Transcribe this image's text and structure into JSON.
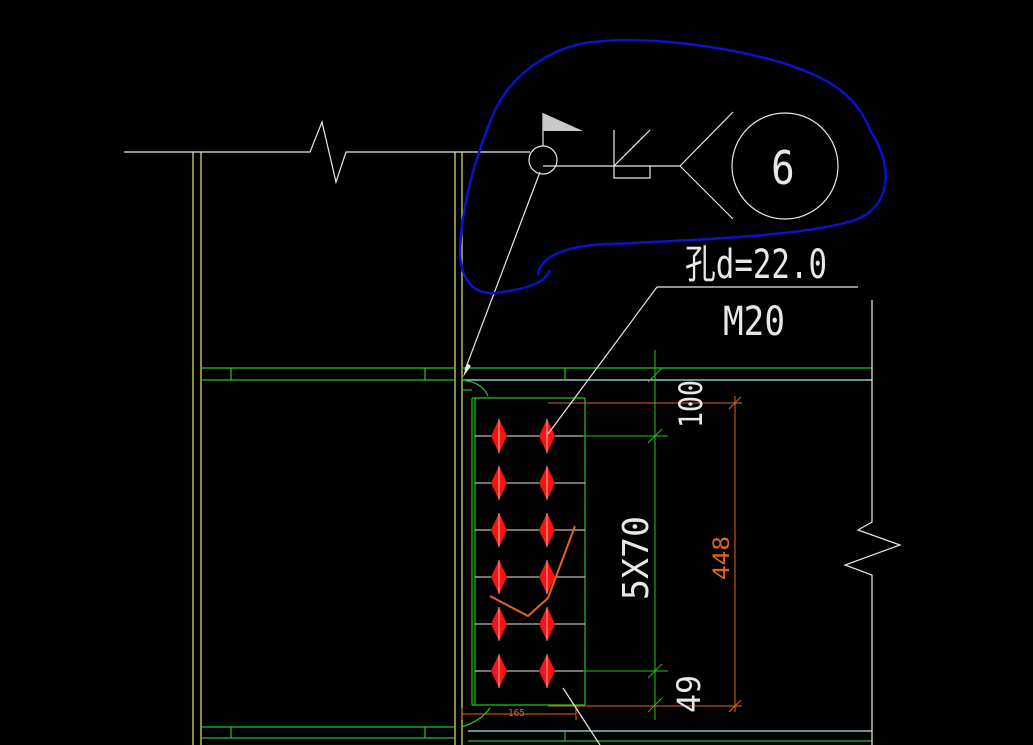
{
  "drawing": {
    "colors": {
      "background": "#000000",
      "white": "#e8e8e8",
      "green": "#22c41e",
      "yellow": "#e6e67a",
      "cyan_light": "#b8e0f0",
      "red": "#ff1010",
      "orange": "#e06420",
      "blue": "#1010c8",
      "gray_flag": "#c8c8c8"
    },
    "weld_symbol": {
      "detail_number": "6"
    },
    "bolt_note": {
      "hole": "孔d=22.0",
      "bolt": "M20"
    },
    "dimensions": {
      "top_edge": "100",
      "spacing": "5X70",
      "bottom_edge": "49",
      "total_height": "448",
      "plate_width": "165"
    },
    "bolt_grid": {
      "rows": 6,
      "cols": 2
    }
  }
}
